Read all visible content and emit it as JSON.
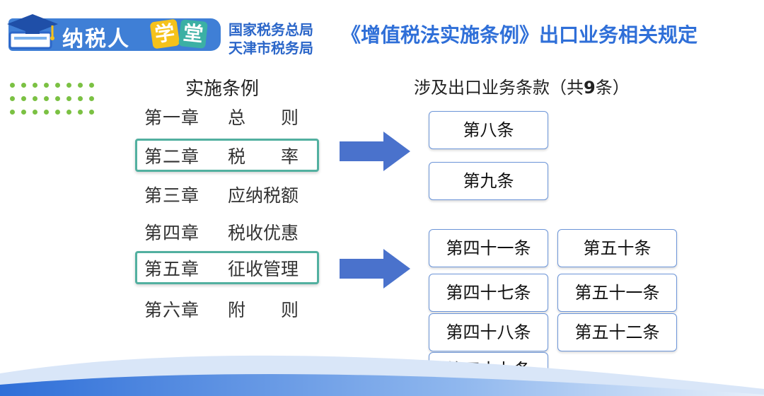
{
  "header": {
    "logo_text": "纳税人",
    "logo_xue": "学",
    "logo_tang": "堂",
    "agency_line1": "国家税务总局",
    "agency_line2": "天津市税务局",
    "title": "《增值税法实施条例》出口业务相关规定"
  },
  "left": {
    "heading": "实施条例",
    "chapters": [
      {
        "num": "第一章",
        "name": "总　　则",
        "highlight": false
      },
      {
        "num": "第二章",
        "name": "税　　率",
        "highlight": true
      },
      {
        "num": "第三章",
        "name": "应纳税额",
        "highlight": false
      },
      {
        "num": "第四章",
        "name": "税收优惠",
        "highlight": false
      },
      {
        "num": "第五章",
        "name": "征收管理",
        "highlight": true
      },
      {
        "num": "第六章",
        "name": "附　　则",
        "highlight": false
      }
    ]
  },
  "right": {
    "heading_prefix": "涉及出口业务条款（共",
    "heading_count": "9",
    "heading_suffix": "条）",
    "group1": [
      "第八条",
      "第九条"
    ],
    "group2_col1": [
      "第四十一条",
      "第四十七条",
      "第四十八条",
      "第四十九条"
    ],
    "group2_col2": [
      "第五十条",
      "第五十一条",
      "第五十二条"
    ]
  },
  "colors": {
    "brand_blue": "#2f6fd8",
    "highlight_border": "#52b0a0",
    "arrow_blue": "#4a72cc",
    "dot_green": "#7bc143"
  }
}
